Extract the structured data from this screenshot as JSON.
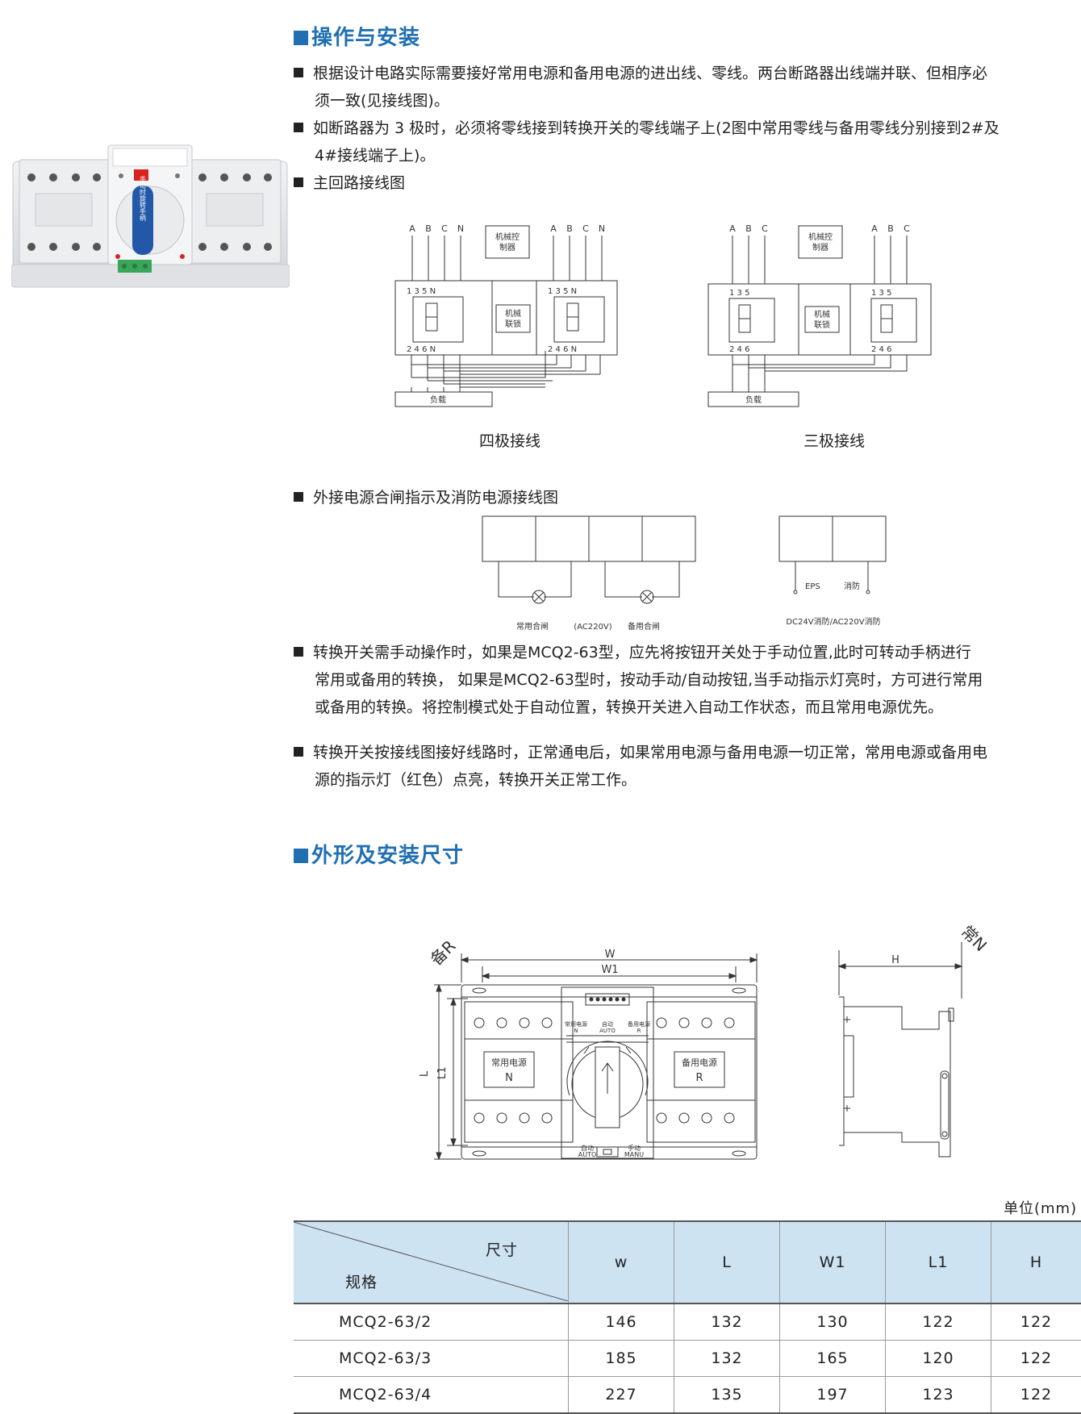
{
  "section1": {
    "title": "操作与安装",
    "p1_l1": "根据设计电路实际需要接好常用电源和备用电源的进出线、零线。两台断路器出线端并联、但相序必",
    "p1_l2": "须一致(见接线图)。",
    "p2_l1": "如断路器为 3 极时，必须将零线接到转换开关的零线端子上(2图中常用零线与备用零线分别接到2#及",
    "p2_l2": "4#接线端子上)。",
    "p3": "主回路接线图"
  },
  "wiring": {
    "four_pole": {
      "caption": "四极接线",
      "phases": [
        "A",
        "B",
        "C",
        "N"
      ],
      "top_terms": "1 3 5 N",
      "bottom_terms": "2 4 6 N",
      "controller": [
        "机械控",
        "制器"
      ],
      "interlock": [
        "机械",
        "联锁"
      ],
      "load": "负载"
    },
    "three_pole": {
      "caption": "三极接线",
      "phases": [
        "A",
        "B",
        "C"
      ],
      "top_terms": "1 3 5",
      "bottom_terms": "2 4 6",
      "controller": [
        "机械控",
        "制器"
      ],
      "interlock": [
        "机械",
        "联锁"
      ],
      "load": "负载"
    }
  },
  "external": {
    "heading": "外接电源合闸指示及消防电源接线图",
    "label_common": "常用合闸",
    "label_voltage": "(AC220V)",
    "label_backup": "备用合闸",
    "label_eps": "EPS",
    "label_fire": "消防",
    "label_dc": "DC24V消防/AC220V消防"
  },
  "section1b": {
    "p4_l1": "转换开关需手动操作时，如果是MCQ2-63型，应先将按钮开关处于手动位置,此时可转动手柄进行",
    "p4_l2": "常用或备用的转换， 如果是MCQ2-63型时，按动手动/自动按钮,当手动指示灯亮时，方可进行常用",
    "p4_l3": "或备用的转换。将控制模式处于自动位置，转换开关进入自动工作状态，而且常用电源优先。",
    "p5_l1": "转换开关按接线图接好线路时，正常通电后，如果常用电源与备用电源一切正常，常用电源或备用电",
    "p5_l2": "源的指示灯（红色）点亮，转换开关正常工作。"
  },
  "section2": {
    "title": "外形及安装尺寸",
    "backup_label": "备R",
    "common_label": "常N",
    "dim_w": "W",
    "dim_w1": "W1",
    "dim_l": "L",
    "dim_l1": "L1",
    "dim_h": "H",
    "left_panel": [
      "常用电源",
      "N"
    ],
    "right_panel": [
      "备用电源",
      "R"
    ],
    "center_top": [
      "常用电源",
      "N",
      "自动",
      "AUTO",
      "备用电源",
      "R"
    ],
    "auto_label": [
      "自动",
      "AUTO"
    ],
    "manu_label": [
      "手动",
      "MANU"
    ]
  },
  "table": {
    "unit": "单位(mm)",
    "header_dim": "尺寸",
    "header_spec": "规格",
    "columns": [
      "w",
      "L",
      "W1",
      "L1",
      "H"
    ],
    "rows": [
      {
        "model": "MCQ2-63/2",
        "values": [
          "146",
          "132",
          "130",
          "122",
          "122"
        ]
      },
      {
        "model": "MCQ2-63/3",
        "values": [
          "185",
          "132",
          "165",
          "120",
          "122"
        ]
      },
      {
        "model": "MCQ2-63/4",
        "values": [
          "227",
          "135",
          "197",
          "123",
          "122"
        ]
      }
    ]
  },
  "product_photo": {
    "handle_text": "手动时旋转手柄",
    "colors": {
      "body": "#e6e8ea",
      "accent_red": "#d8231f",
      "handle_blue": "#2357a8",
      "terminal_green": "#3aa65a"
    }
  }
}
